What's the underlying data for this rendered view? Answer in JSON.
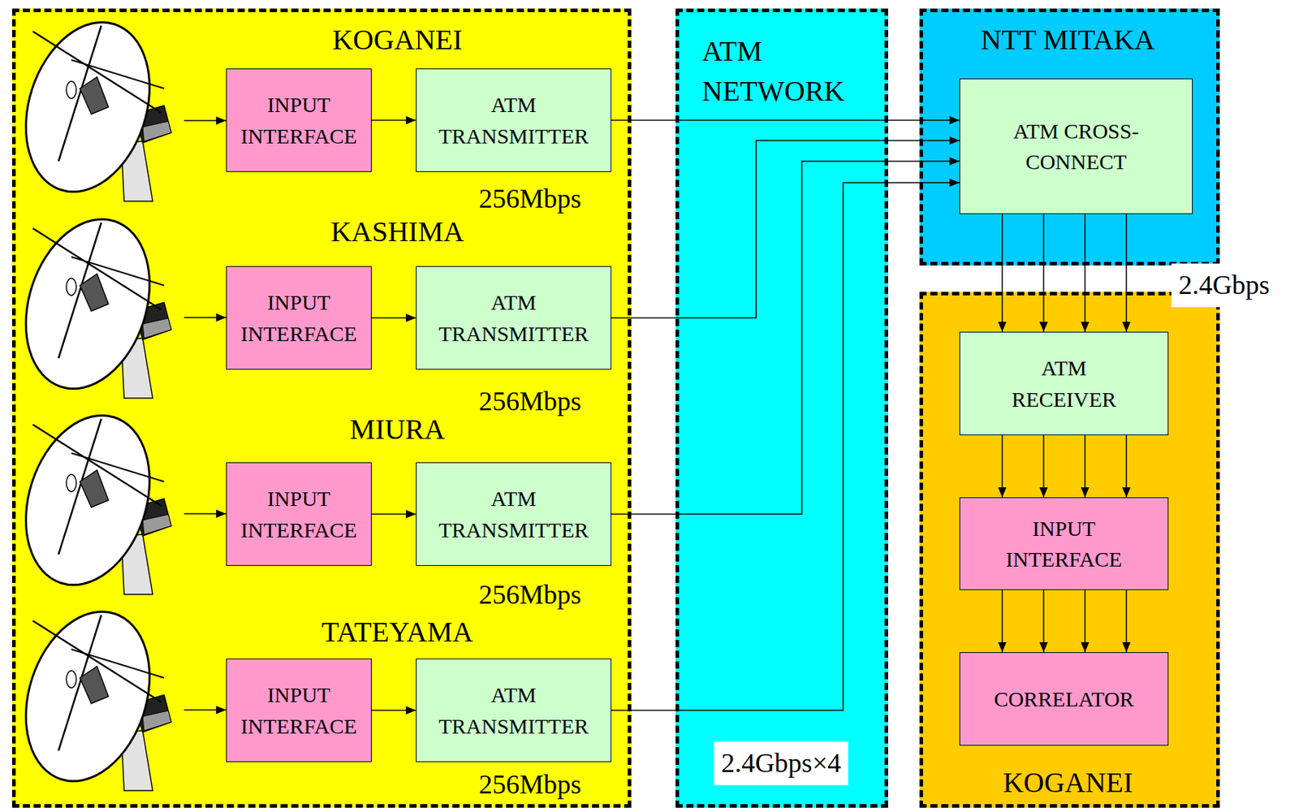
{
  "diagram": {
    "nodes": [
      {
        "text": [
          "KOGANEI",
          "KASHIMA",
          "MIURA",
          "TATEYAMA"
        ]
      },
      {
        "text": [
          "INPUT INTERFACE"
        ],
        "in": 0
      },
      {
        "text": [
          "ATM TRANSMITTER"
        ],
        "in": 0
      },
      {
        "text": [
          "INPUT INTERFACE"
        ],
        "in": 0
      },
      {
        "text": [
          "ATM TRANSMITTER"
        ],
        "in": 0
      },
      {
        "text": [
          "INPUT INTERFACE"
        ],
        "in": 0
      },
      {
        "text": [
          "ATM TRANSMITTER"
        ],
        "in": 0
      },
      {
        "text": [
          "INPUT INTERFACE"
        ],
        "in": 0
      },
      {
        "text": [
          "ATM TRANSMITTER"
        ],
        "in": 0
      },
      {
        "text": [
          "ATM NETWORK",
          "2.4Gbps×4"
        ]
      },
      {
        "text": [
          "NTT MITAKA"
        ]
      },
      {
        "text": [
          "ATM CROSS-CONNECT"
        ],
        "in": 10
      },
      {
        "text": [
          "KOGANEI"
        ]
      },
      {
        "text": [
          "ATM RECEIVER"
        ],
        "in": 12
      },
      {
        "text": [
          "INPUT INTERFACE"
        ],
        "in": 12
      },
      {
        "text": [
          "CORRELATOR"
        ],
        "in": 12
      }
    ],
    "edges": [
      {
        "from": 1,
        "to": 2,
        "arrow": "to"
      },
      {
        "from": 3,
        "to": 4,
        "arrow": "to"
      },
      {
        "from": 5,
        "to": 6,
        "arrow": "to"
      },
      {
        "from": 7,
        "to": 8,
        "arrow": "to"
      },
      {
        "from": 2,
        "to": 11,
        "arrow": "to"
      },
      {
        "from": 4,
        "to": 11,
        "arrow": "to"
      },
      {
        "from": 6,
        "to": 11,
        "arrow": "to"
      },
      {
        "from": 8,
        "to": 11,
        "arrow": "to"
      },
      {
        "from": 11,
        "to": 13,
        "arrow": "to"
      },
      {
        "from": 11,
        "to": 13,
        "arrow": "to"
      },
      {
        "from": 11,
        "to": 13,
        "arrow": "to"
      },
      {
        "from": 11,
        "to": 13,
        "arrow": "to"
      },
      {
        "from": 13,
        "to": 14,
        "arrow": "to"
      },
      {
        "from": 13,
        "to": 14,
        "arrow": "to"
      },
      {
        "from": 13,
        "to": 14,
        "arrow": "to"
      },
      {
        "from": 13,
        "to": 14,
        "arrow": "to"
      },
      {
        "from": 14,
        "to": 15,
        "arrow": "to"
      },
      {
        "from": 14,
        "to": 15,
        "arrow": "to"
      },
      {
        "from": 14,
        "to": 15,
        "arrow": "to"
      },
      {
        "from": 14,
        "to": 15,
        "arrow": "to"
      }
    ],
    "labels": [
      "256Mbps",
      "256Mbps",
      "256Mbps",
      "256Mbps",
      "2.4Gbps"
    ]
  }
}
